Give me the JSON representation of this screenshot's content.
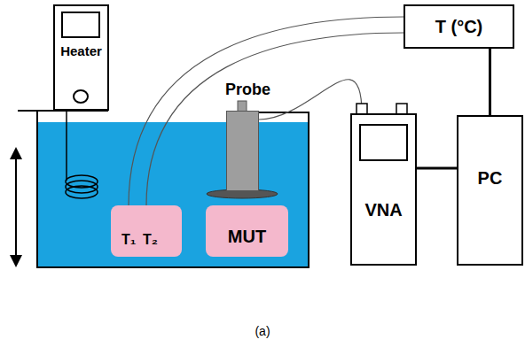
{
  "diagram": {
    "caption": "(a)",
    "nodes": [
      {
        "text": [
          "Heater"
        ]
      },
      {
        "text": [
          "T (°C)"
        ]
      },
      {
        "text": [
          "Probe"
        ]
      },
      {
        "text": [
          "T₁",
          "T₂"
        ]
      },
      {
        "text": [
          "MUT"
        ]
      },
      {
        "text": [
          "VNA"
        ]
      },
      {
        "text": [
          "PC"
        ]
      }
    ],
    "edges": [
      {
        "from": 3,
        "to": 1,
        "arrow": "none"
      },
      {
        "from": 3,
        "to": 1,
        "arrow": "none"
      },
      {
        "from": 2,
        "to": 5,
        "arrow": "none"
      },
      {
        "from": 1,
        "to": 6,
        "arrow": "none"
      },
      {
        "from": 5,
        "to": 6,
        "arrow": "none"
      }
    ]
  }
}
